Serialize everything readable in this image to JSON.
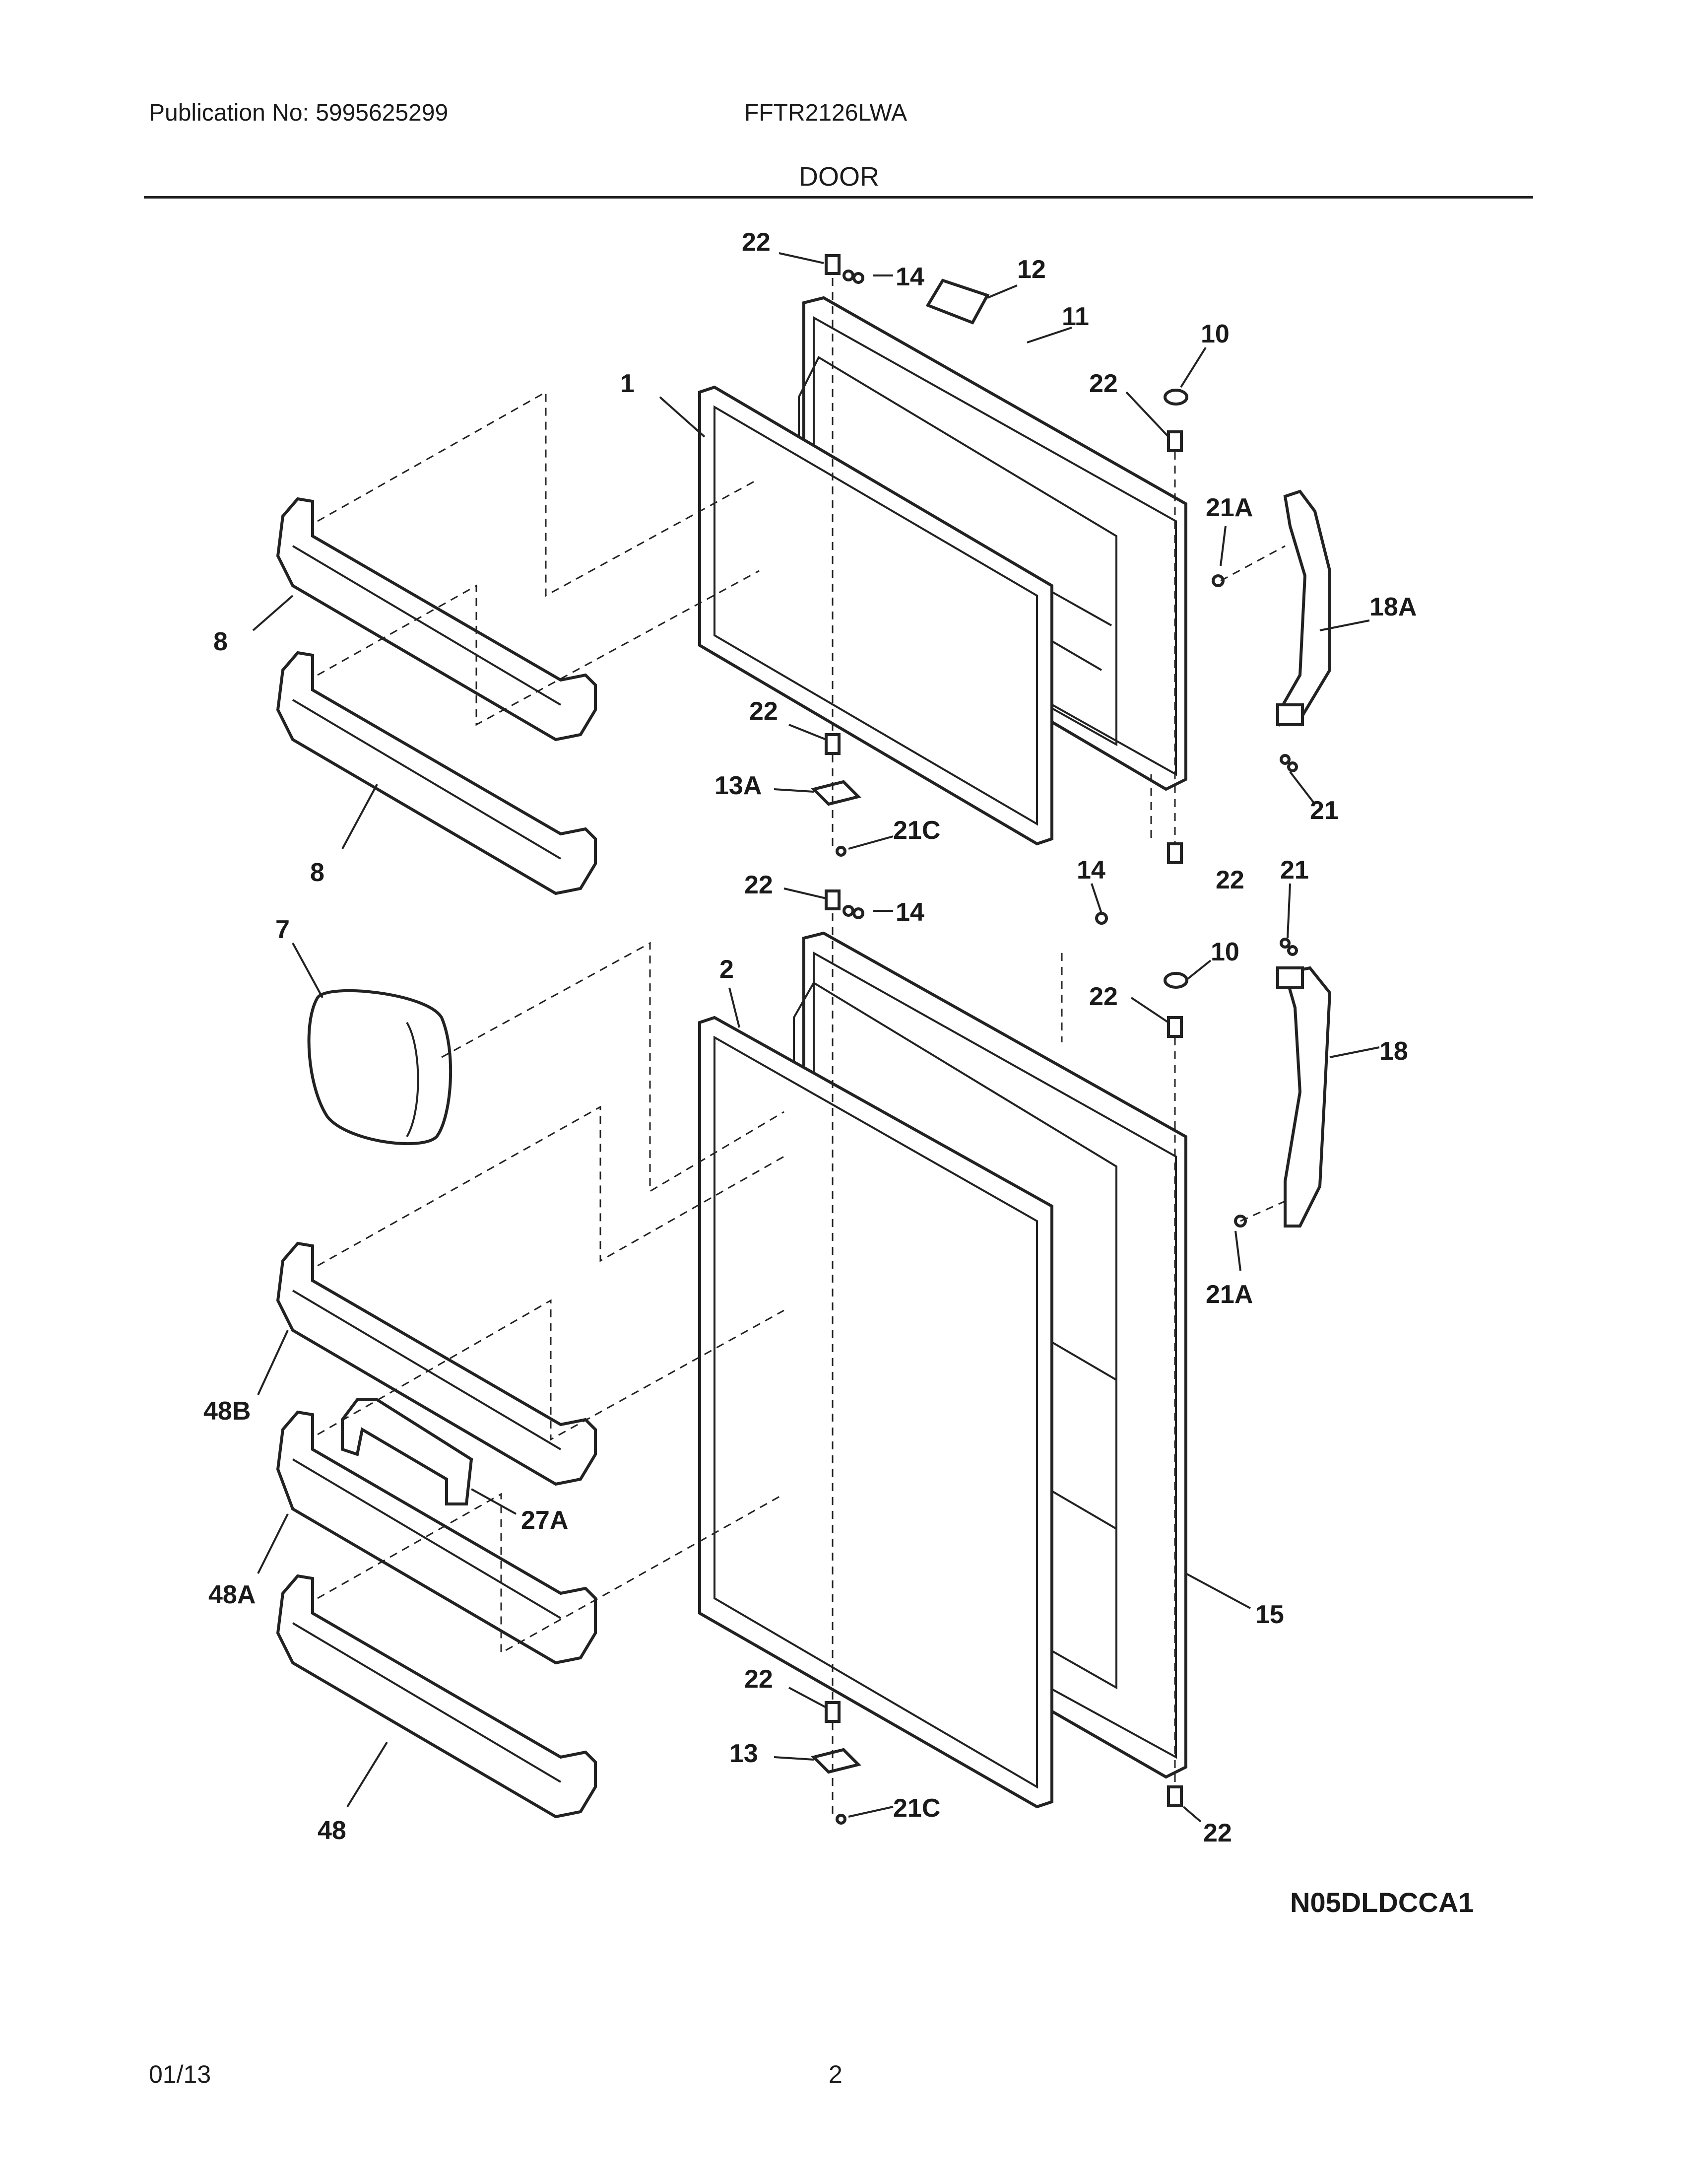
{
  "header": {
    "publication": "Publication No: 5995625299",
    "model": "FFTR2126LWA",
    "section_title": "DOOR"
  },
  "footer": {
    "diagram_code": "N05DLDCCA1",
    "date": "01/13",
    "page_number": "2"
  },
  "callouts": [
    {
      "id": "c-22-a",
      "text": "22"
    },
    {
      "id": "c-14-a",
      "text": "14"
    },
    {
      "id": "c-12",
      "text": "12"
    },
    {
      "id": "c-11",
      "text": "11"
    },
    {
      "id": "c-10-a",
      "text": "10"
    },
    {
      "id": "c-22-b",
      "text": "22"
    },
    {
      "id": "c-1",
      "text": "1"
    },
    {
      "id": "c-21a-a",
      "text": "21A"
    },
    {
      "id": "c-18a",
      "text": "18A"
    },
    {
      "id": "c-8-a",
      "text": "8"
    },
    {
      "id": "c-22-c",
      "text": "22"
    },
    {
      "id": "c-13a",
      "text": "13A"
    },
    {
      "id": "c-21c-a",
      "text": "21C"
    },
    {
      "id": "c-21-a",
      "text": "21"
    },
    {
      "id": "c-8-b",
      "text": "8"
    },
    {
      "id": "c-22-d",
      "text": "22"
    },
    {
      "id": "c-22-e",
      "text": "22"
    },
    {
      "id": "c-14-b",
      "text": "14"
    },
    {
      "id": "c-14-c",
      "text": "14"
    },
    {
      "id": "c-21-b",
      "text": "21"
    },
    {
      "id": "c-7",
      "text": "7"
    },
    {
      "id": "c-2",
      "text": "2"
    },
    {
      "id": "c-10-b",
      "text": "10"
    },
    {
      "id": "c-22-f",
      "text": "22"
    },
    {
      "id": "c-18",
      "text": "18"
    },
    {
      "id": "c-21a-b",
      "text": "21A"
    },
    {
      "id": "c-48b",
      "text": "48B"
    },
    {
      "id": "c-27a",
      "text": "27A"
    },
    {
      "id": "c-48a",
      "text": "48A"
    },
    {
      "id": "c-15",
      "text": "15"
    },
    {
      "id": "c-22-g",
      "text": "22"
    },
    {
      "id": "c-13",
      "text": "13"
    },
    {
      "id": "c-21c-b",
      "text": "21C"
    },
    {
      "id": "c-22-h",
      "text": "22"
    },
    {
      "id": "c-48",
      "text": "48"
    }
  ]
}
